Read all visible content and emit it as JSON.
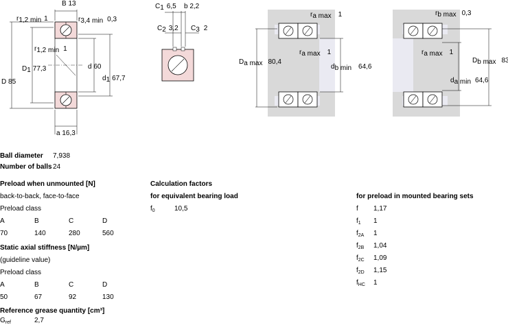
{
  "dims": {
    "B": {
      "label": "B",
      "value": "13"
    },
    "r12_top": {
      "label": "r",
      "sub": "1,2 min",
      "value": "1"
    },
    "r34": {
      "label": "r",
      "sub": "3,4 min",
      "value": "0,3"
    },
    "r12_mid": {
      "label": "r",
      "sub": "1,2 min",
      "value": "1"
    },
    "D": {
      "label": "D",
      "value": "85"
    },
    "D1": {
      "label": "D",
      "sub": "1",
      "value": "77,3"
    },
    "d": {
      "label": "d",
      "value": "60"
    },
    "d1": {
      "label": "d",
      "sub": "1",
      "value": "67,7"
    },
    "a": {
      "label": "a",
      "value": "16,3"
    },
    "C1": {
      "label": "C",
      "sub": "1",
      "value": "6,5"
    },
    "b": {
      "label": "b",
      "value": "2,2"
    },
    "C2": {
      "label": "C",
      "sub": "2",
      "value": "3,2"
    },
    "C3": {
      "label": "C",
      "sub": "3",
      "value": "2"
    },
    "ra_top": {
      "label": "r",
      "sub": "a max",
      "value": "1"
    },
    "ra_mid": {
      "label": "r",
      "sub": "a max",
      "value": "1"
    },
    "Da": {
      "label": "D",
      "sub": "a max",
      "value": "80,4"
    },
    "db": {
      "label": "d",
      "sub": "b min",
      "value": "64,6"
    },
    "rb_top": {
      "label": "r",
      "sub": "b max",
      "value": "0,3"
    },
    "ra_mid2": {
      "label": "r",
      "sub": "a max",
      "value": "1"
    },
    "Db": {
      "label": "D",
      "sub": "b max",
      "value": "83"
    },
    "da": {
      "label": "d",
      "sub": "a min",
      "value": "64,6"
    }
  },
  "ball": {
    "diameter_label": "Ball diameter",
    "diameter_value": "7,938",
    "count_label": "Number of balls",
    "count_value": "24"
  },
  "preload": {
    "heading": "Preload when unmounted [N]",
    "arrangement": "back-to-back, face-to-face",
    "class_label": "Preload class",
    "classes": [
      "A",
      "B",
      "C",
      "D"
    ],
    "values": [
      "70",
      "140",
      "280",
      "560"
    ]
  },
  "stiffness": {
    "heading": "Static axial stiffness [N/µm]",
    "note": "(guideline value)",
    "class_label": "Preload class",
    "classes": [
      "A",
      "B",
      "C",
      "D"
    ],
    "values": [
      "50",
      "67",
      "92",
      "130"
    ]
  },
  "grease": {
    "heading": "Reference grease quantity [cm³]",
    "label": "G",
    "sub": "ref",
    "value": "2,7"
  },
  "calc": {
    "heading": "Calculation factors",
    "subheading": "for equivalent bearing load",
    "f0_label": "f",
    "f0_sub": "0",
    "f0_value": "10,5"
  },
  "mounted": {
    "heading": "for preload in mounted bearing sets",
    "factors": [
      {
        "label": "f",
        "sub": "",
        "value": "1,17"
      },
      {
        "label": "f",
        "sub": "1",
        "value": "1"
      },
      {
        "label": "f",
        "sub": "2A",
        "value": "1"
      },
      {
        "label": "f",
        "sub": "2B",
        "value": "1,04"
      },
      {
        "label": "f",
        "sub": "2C",
        "value": "1,09"
      },
      {
        "label": "f",
        "sub": "2D",
        "value": "1,15"
      },
      {
        "label": "f",
        "sub": "HC",
        "value": "1"
      }
    ]
  },
  "colors": {
    "ring_fill": "#f3d9d9",
    "housing_fill": "#d9d9d9",
    "bore_fill": "#eaeaf2",
    "line": "#000000"
  }
}
